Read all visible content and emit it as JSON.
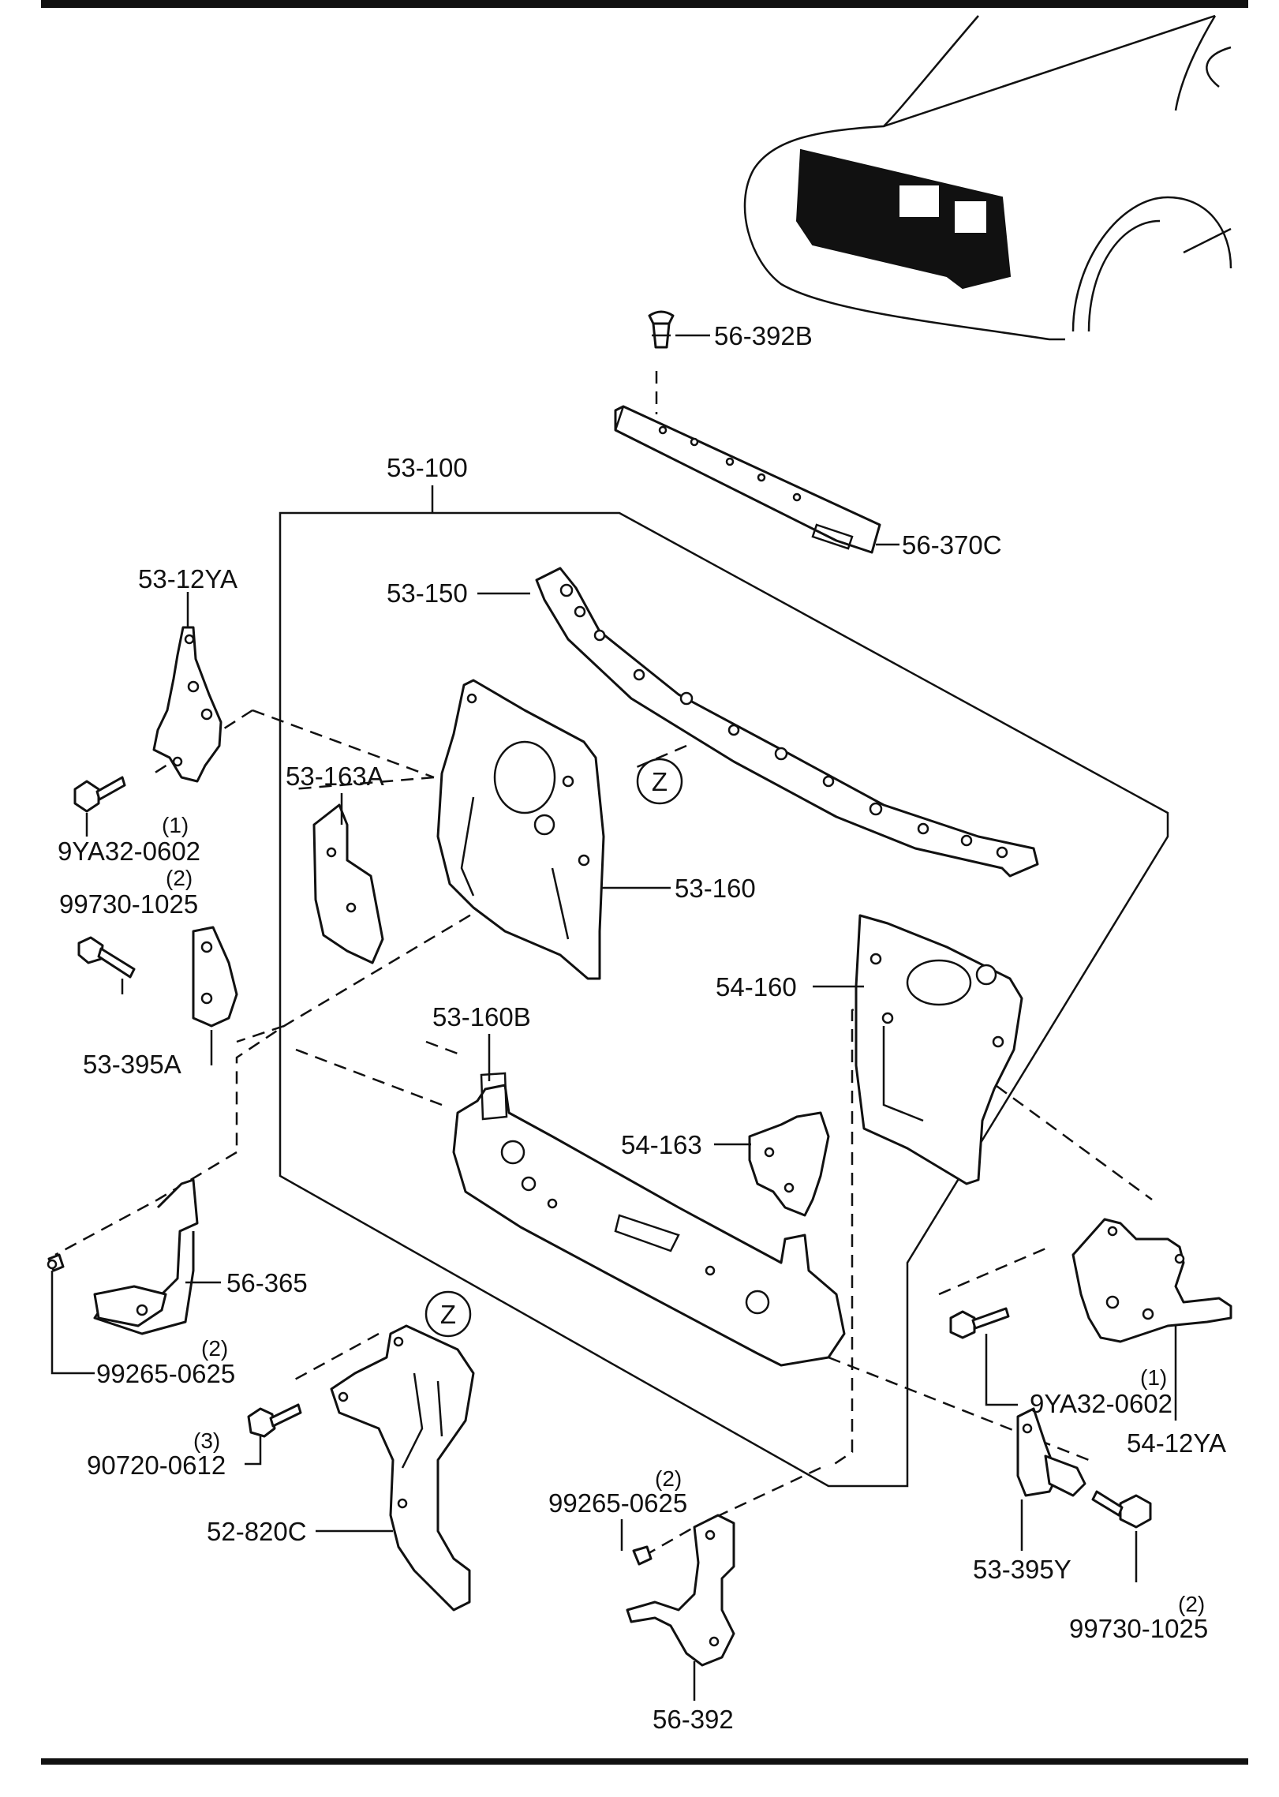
{
  "labels": {
    "p56_392B": "56-392B",
    "p56_370C": "56-370C",
    "p53_100": "53-100",
    "p53_150": "53-150",
    "p53_12YA": "53-12YA",
    "p53_163A": "53-163A",
    "p53_160": "53-160",
    "p54_160": "54-160",
    "p53_160B": "53-160B",
    "p54_163": "54-163",
    "p53_395A": "53-395A",
    "p56_365": "56-365",
    "p52_820C": "52-820C",
    "p56_392": "56-392",
    "p53_395Y": "53-395Y",
    "p54_12YA": "54-12YA",
    "b9YA32_0602_left": "9YA32-0602",
    "b99730_1025_left": "99730-1025",
    "b99265_0625_left": "99265-0625",
    "b90720_0612": "90720-0612",
    "b99265_0625_bottom": "99265-0625",
    "b9YA32_0602_right": "9YA32-0602",
    "b99730_1025_right": "99730-1025",
    "ref_z_top": "Z",
    "ref_z_bottom": "Z"
  },
  "quantities": {
    "q_9YA32_left": "(1)",
    "q_99730_left": "(2)",
    "q_99265_left": "(2)",
    "q_90720": "(3)",
    "q_99265_bottom": "(2)",
    "q_9YA32_right": "(1)",
    "q_99730_right": "(2)"
  }
}
